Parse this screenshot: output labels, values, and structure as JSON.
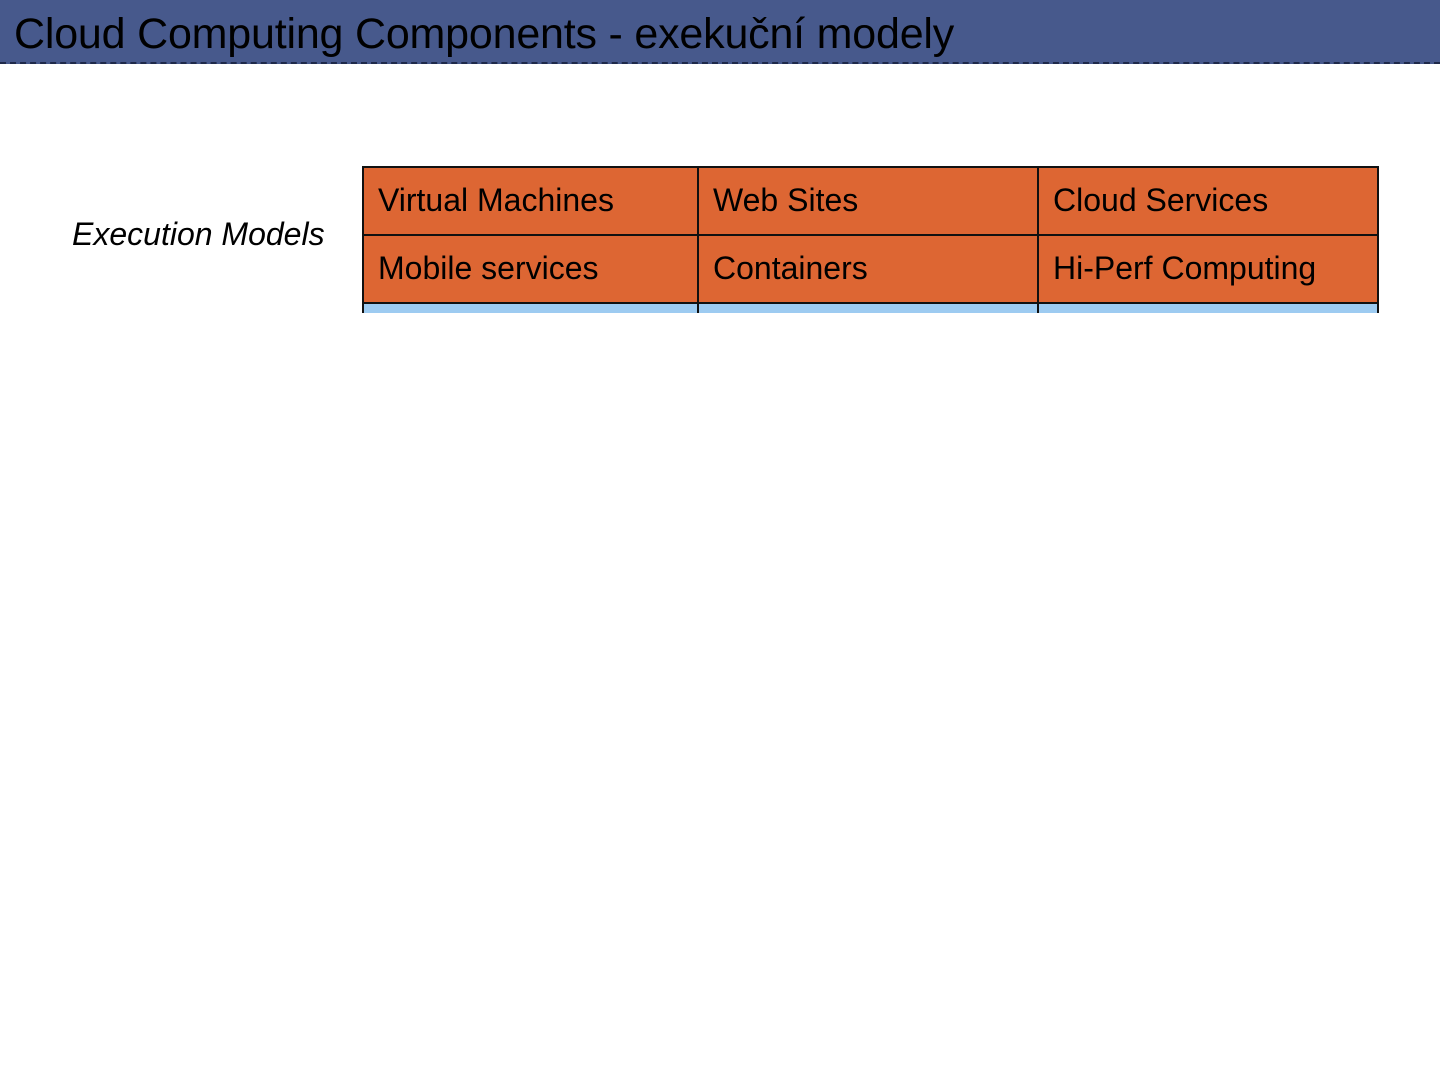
{
  "slide": {
    "title": "Cloud Computing Components - exekuční modely",
    "row_label": "Execution Models",
    "cells": [
      [
        "Virtual Machines",
        "Web Sites",
        "Cloud Services"
      ],
      [
        "Mobile services",
        "Containers",
        "Hi-Perf Computing"
      ]
    ]
  },
  "colors": {
    "title_bar": "#47598c",
    "execution_cells": "#dd6633",
    "next_row_cells": "#9dcbf1"
  }
}
